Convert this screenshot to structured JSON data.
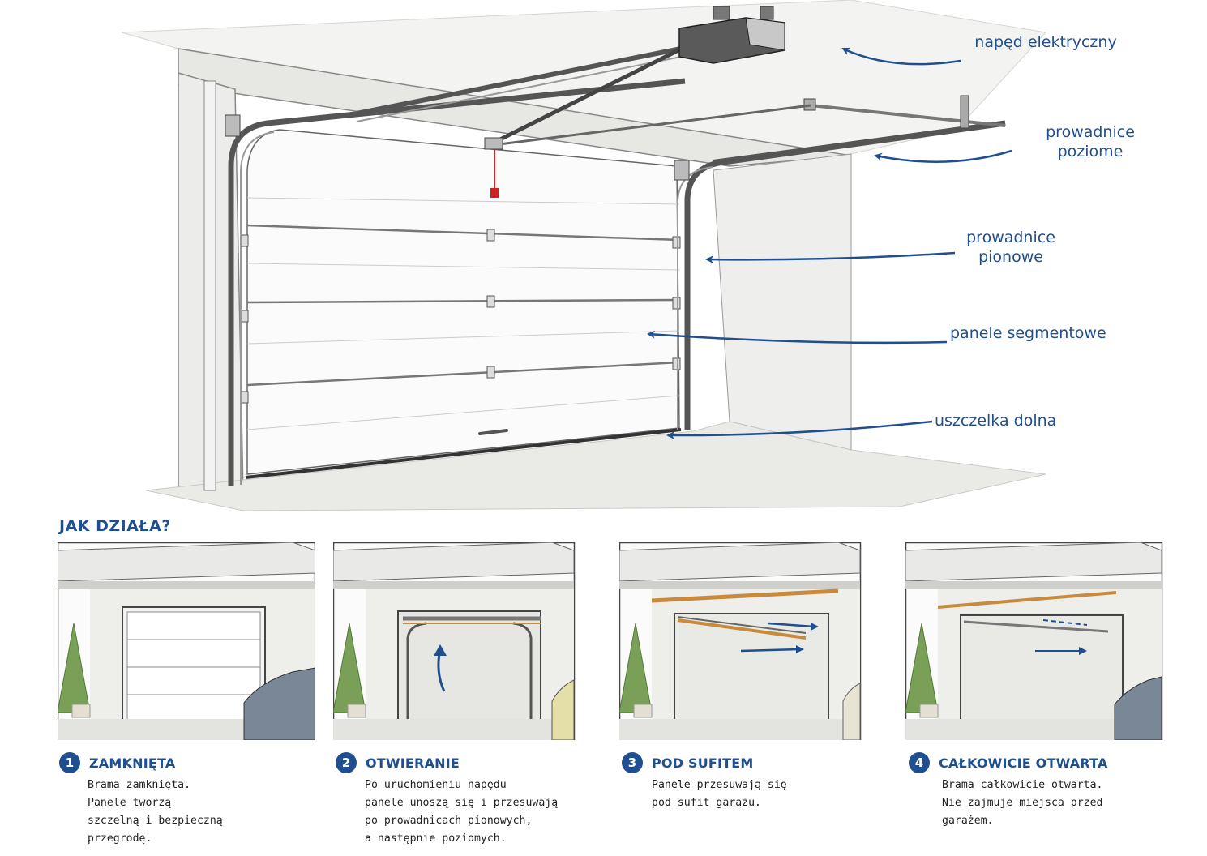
{
  "callouts": {
    "drive": "napęd elektryczny",
    "horizontal_rails": [
      "prowadnice",
      "poziome"
    ],
    "vertical_rails": [
      "prowadnice",
      "pionowe"
    ],
    "panels": "panele segmentowe",
    "seal": "uszczelka dolna"
  },
  "section_title": "JAK DZIAŁA?",
  "steps": [
    {
      "number": "1",
      "title": "ZAMKNIĘTA",
      "lines": [
        "Brama zamknięta.",
        "Panele tworzą",
        "szczelną i bezpieczną",
        "przegrodę."
      ]
    },
    {
      "number": "2",
      "title": "OTWIERANIE",
      "lines": [
        "Po uruchomieniu napędu",
        "panele unoszą się i przesuwają",
        "po prowadnicach pionowych,",
        "a następnie poziomych."
      ]
    },
    {
      "number": "3",
      "title": "POD SUFITEM",
      "lines": [
        "Panele przesuwają się",
        "pod sufit garażu."
      ]
    },
    {
      "number": "4",
      "title": "CAŁKOWICIE OTWARTA",
      "lines": [
        "Brama całkowicie otwarta.",
        "Nie zajmuje miejsca przed",
        "garażem."
      ]
    }
  ],
  "colors": {
    "accent": "#1f4f8f",
    "rail": "#555555",
    "rail_highlight": "#c88a3c",
    "cord": "#cc2222",
    "foliage": "#7aa057"
  },
  "icons": [
    "arrow-up-icon",
    "arrow-right-icon"
  ]
}
